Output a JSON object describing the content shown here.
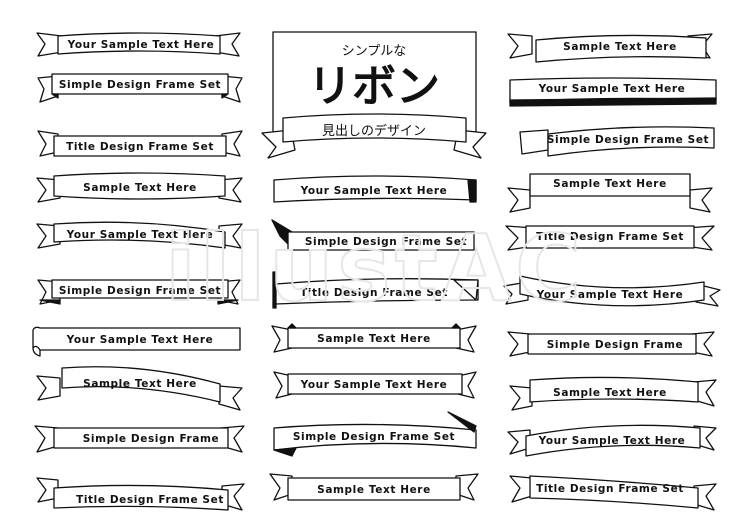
{
  "title_box": {
    "line1": "シンプルな",
    "line2": "リボン",
    "ribbon_label": "見出しのデザイン"
  },
  "watermark": "illustAC",
  "ribbons": {
    "col1": [
      "Your Sample Text Here",
      "Simple Design Frame Set",
      "Title Design Frame Set",
      "Sample Text Here",
      "Your Sample Text Here",
      "Simple Design Frame Set",
      "Your Sample Text Here",
      "Sample Text Here",
      "Simple Design Frame",
      "Title Design Frame Set"
    ],
    "col2": [
      "Your Sample Text Here",
      "Simple Design Frame Set",
      "Title Design Frame Set",
      "Sample Text Here",
      "Your Sample Text Here",
      "Simple Design Frame Set",
      "Sample Text Here"
    ],
    "col3": [
      "Sample Text Here",
      "Your Sample Text Here",
      "Simple Design Frame Set",
      "Sample Text Here",
      "Title Design Frame Set",
      "Your Sample Text Here",
      "Simple Design Frame",
      "Sample Text Here",
      "Your Sample Text Here",
      "Title Design Frame Set"
    ]
  }
}
